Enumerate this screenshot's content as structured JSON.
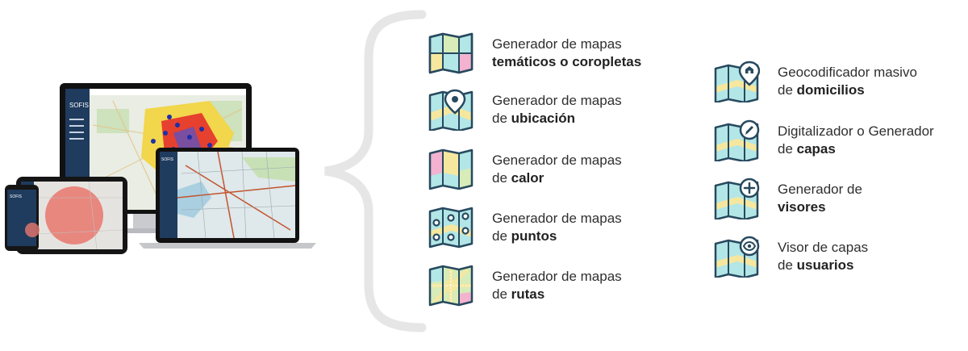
{
  "brand": {
    "logo_text": "SOFIS"
  },
  "features_left": [
    {
      "line1": "Generador de mapas",
      "line2_prefix": "",
      "line2_bold": "temáticos o coropletas",
      "icon": "choropleth-map-icon"
    },
    {
      "line1": "Generador de mapas",
      "line2_prefix": "de ",
      "line2_bold": "ubicación",
      "icon": "location-map-icon"
    },
    {
      "line1": "Generador de mapas",
      "line2_prefix": "de ",
      "line2_bold": "calor",
      "icon": "heat-map-icon"
    },
    {
      "line1": "Generador de mapas",
      "line2_prefix": "de ",
      "line2_bold": "puntos",
      "icon": "points-map-icon"
    },
    {
      "line1": "Generador de mapas",
      "line2_prefix": "de ",
      "line2_bold": "rutas",
      "icon": "routes-map-icon"
    }
  ],
  "features_right": [
    {
      "line1": "Geocodificador masivo",
      "line2_prefix": "de ",
      "line2_bold": "domicilios",
      "icon": "geocoder-map-icon"
    },
    {
      "line1": "Digitalizador o Generador",
      "line2_prefix": "de ",
      "line2_bold": "capas",
      "icon": "layer-digitizer-map-icon"
    },
    {
      "line1": "Generador de",
      "line2_prefix": "",
      "line2_bold": "visores",
      "icon": "viewer-generator-map-icon"
    },
    {
      "line1": "Visor de capas",
      "line2_prefix": "de ",
      "line2_bold": "usuarios",
      "icon": "user-layers-map-icon"
    }
  ],
  "colors": {
    "navy": "#1d3a5f",
    "map_stroke": "#27495f",
    "brace": "#e6e6e6",
    "text": "#2f2f2f"
  }
}
